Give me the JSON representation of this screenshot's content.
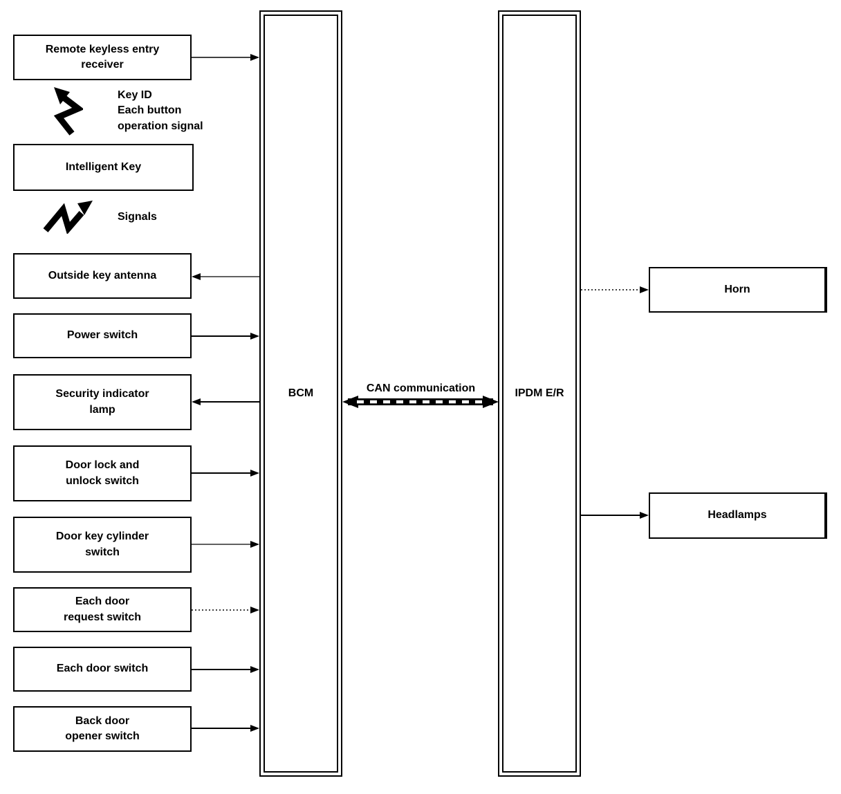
{
  "left_boxes": [
    {
      "label": "Remote keyless entry\nreceiver"
    },
    {
      "label": "Intelligent Key"
    },
    {
      "label": "Outside key antenna"
    },
    {
      "label": "Power switch"
    },
    {
      "label": "Security indicator\nlamp"
    },
    {
      "label": "Door lock and\nunlock switch"
    },
    {
      "label": "Door key cylinder\nswitch"
    },
    {
      "label": "Each door\nrequest switch"
    },
    {
      "label": "Each door switch"
    },
    {
      "label": "Back door\nopener switch"
    }
  ],
  "wireless_labels": {
    "key_id": "Key ID\nEach button\noperation signal",
    "signals": "Signals"
  },
  "modules": {
    "bcm": "BCM",
    "ipdm": "IPDM E/R"
  },
  "bus": {
    "label": "CAN communication"
  },
  "right_boxes": [
    {
      "label": "Horn"
    },
    {
      "label": "Headlamps"
    }
  ],
  "icons": {
    "wireless_signal": "zigzag-lightning-arrow"
  },
  "colors": {
    "line": "#000000",
    "background": "#ffffff"
  }
}
